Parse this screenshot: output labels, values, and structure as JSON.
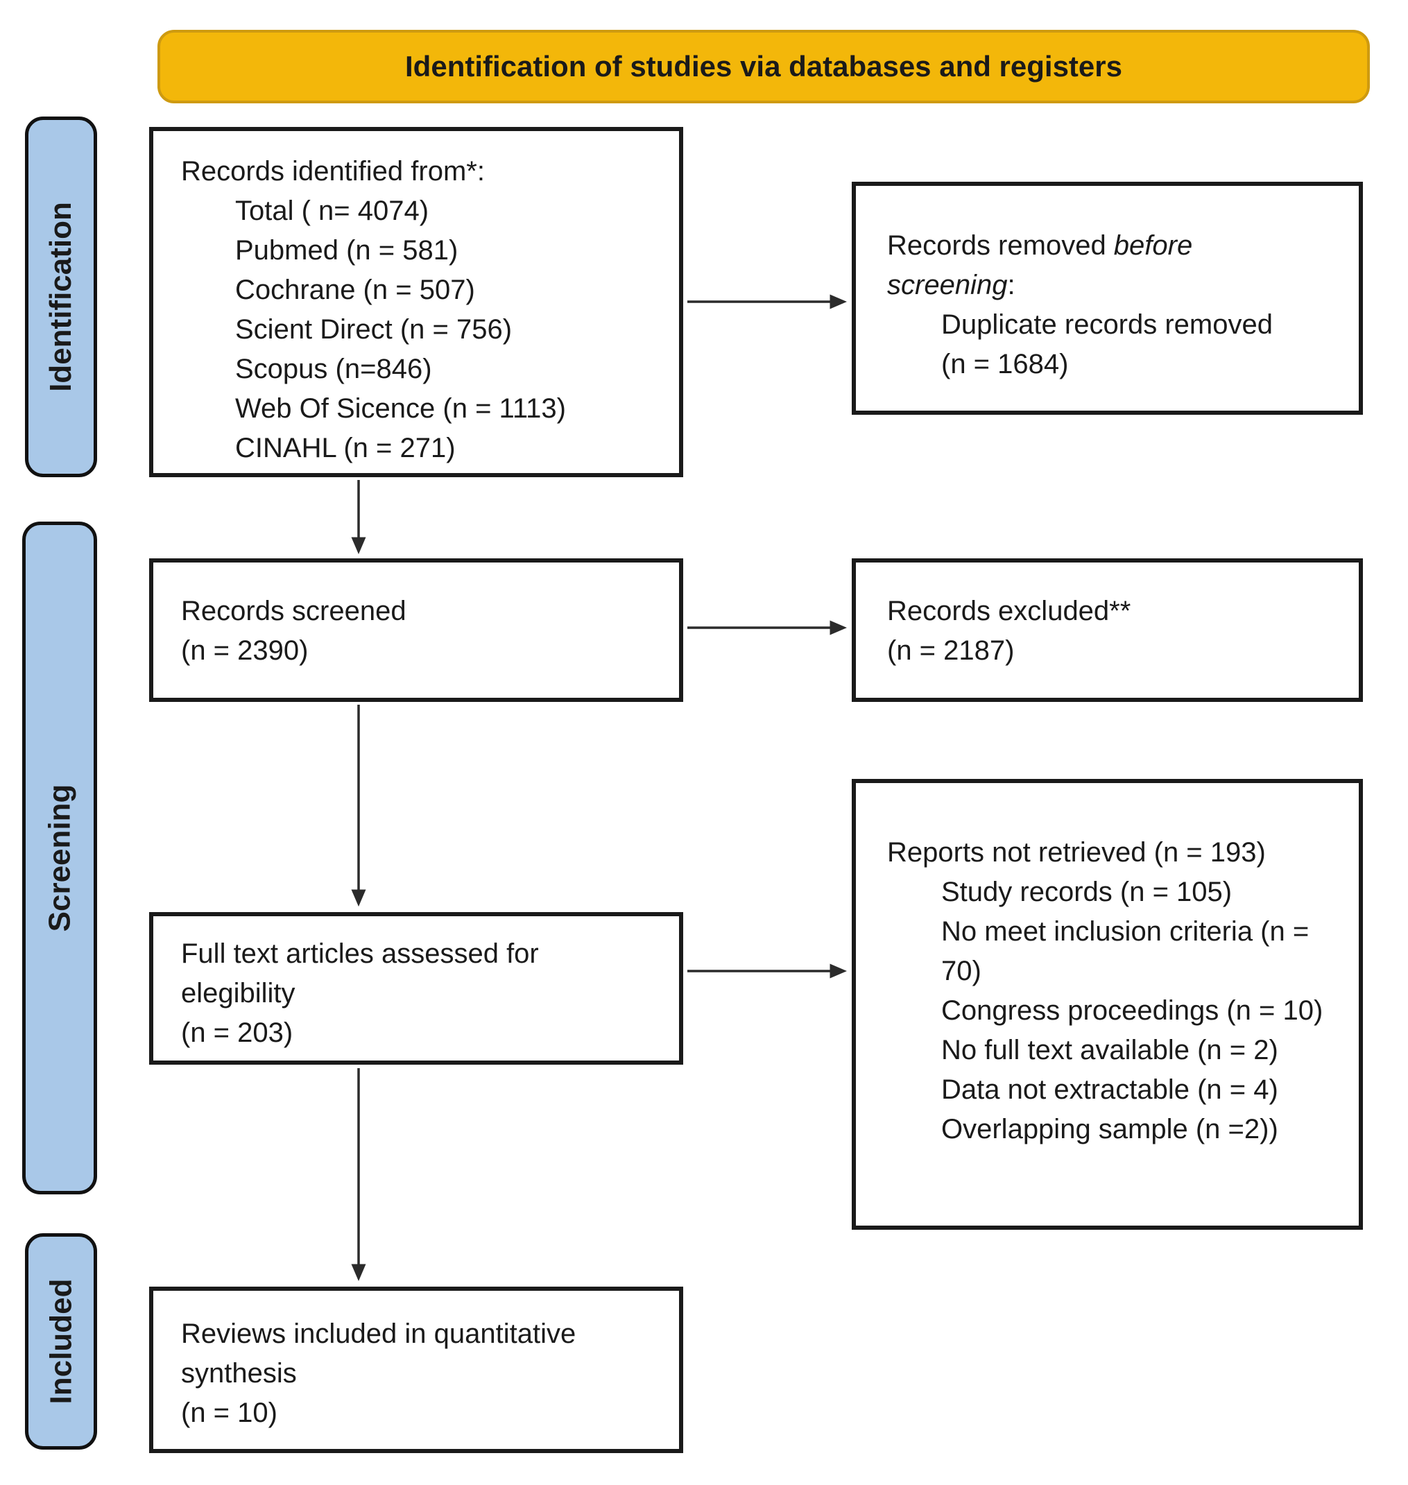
{
  "banner": {
    "title": "Identification of studies via databases and registers"
  },
  "stages": {
    "identification": "Identification",
    "screening": "Screening",
    "included": "Included"
  },
  "boxes": {
    "identified": {
      "title": "Records identified from*:",
      "items": [
        "Total ( n= 4074)",
        "Pubmed (n = 581)",
        "Cochrane (n = 507)",
        "Scient Direct (n = 756)",
        "Scopus (n=846)",
        "Web Of Sicence (n = 1113)",
        "CINAHL (n = 271)"
      ]
    },
    "removed_before_screening": {
      "title_prefix": "Records removed ",
      "title_italic": "before screening",
      "title_suffix": ":",
      "items": [
        "Duplicate records removed  (n = 1684)"
      ]
    },
    "screened": {
      "line1": "Records screened",
      "line2": "(n = 2390)"
    },
    "excluded": {
      "line1": "Records excluded**",
      "line2": "(n = 2187)"
    },
    "full_text": {
      "line1": "Full text articles assessed for elegibility",
      "line2": "(n = 203)"
    },
    "not_retrieved": {
      "title": "Reports not retrieved (n = 193)",
      "items": [
        "Study records (n = 105)",
        "No meet inclusion criteria (n = 70)",
        "Congress proceedings (n = 10)",
        "No full text available (n = 2)",
        "Data not extractable (n = 4)",
        "Overlapping sample (n =2))"
      ]
    },
    "included_reviews": {
      "line1": "Reviews included in quantitative synthesis",
      "line2": "(n = 10)"
    }
  },
  "colors": {
    "banner_bg": "#F3B70A",
    "banner_border": "#CE9A10",
    "stage_bg": "#A9C8E8",
    "box_border": "#1A1A1A",
    "arrow": "#2B2B2B",
    "text": "#1A1A1A"
  }
}
